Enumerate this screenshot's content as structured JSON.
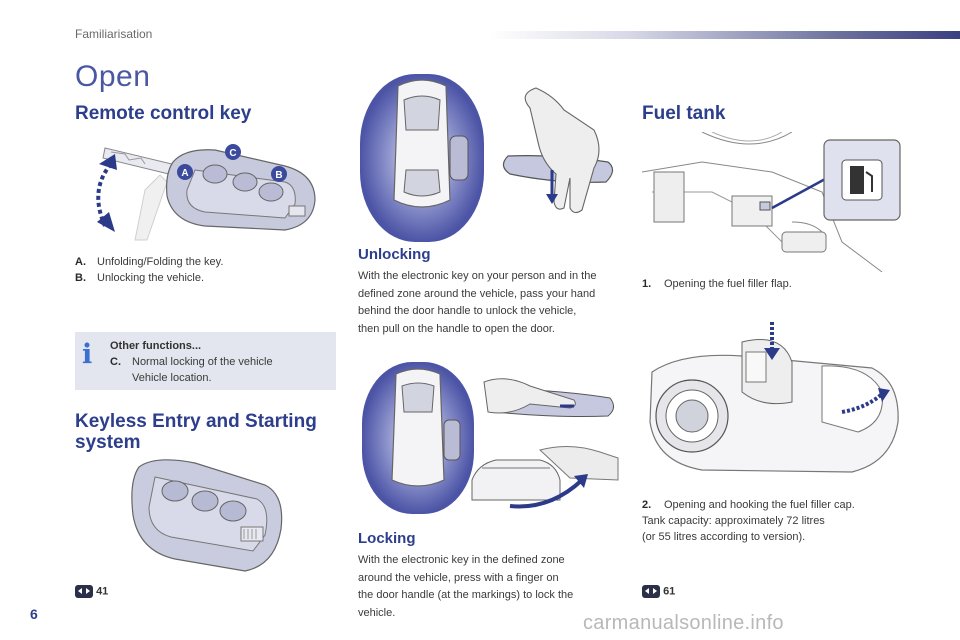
{
  "header": {
    "section": "Familiarisation"
  },
  "page_title": "Open",
  "remote_key": {
    "heading": "Remote control key",
    "callouts": [
      "A",
      "B",
      "C"
    ],
    "items": [
      {
        "letter": "A.",
        "text": "Unfolding/Folding the key."
      },
      {
        "letter": "B.",
        "text": "Unlocking the vehicle."
      }
    ]
  },
  "info_box": {
    "icon": "info-icon",
    "title": "Other functions...",
    "letter": "C.",
    "line1": "Normal locking of the vehicle",
    "line2": "Vehicle location."
  },
  "keyless": {
    "heading_line1": "Keyless Entry and Starting",
    "heading_line2": "system",
    "ref": "41"
  },
  "unlocking": {
    "heading": "Unlocking",
    "lines": [
      "With the electronic key on your person and in the",
      "defined zone around the vehicle, pass your hand",
      "behind the door handle to unlock the vehicle,",
      "then pull on the handle to open the door."
    ]
  },
  "locking": {
    "heading": "Locking",
    "lines": [
      "With the electronic key in the defined zone",
      "around the vehicle, press with a finger on",
      "the door handle (at the markings) to lock the",
      "vehicle."
    ]
  },
  "fuel": {
    "heading": "Fuel tank",
    "step1_num": "1.",
    "step1_text": "Opening the fuel filler flap.",
    "step2_num": "2.",
    "step2_text": "Opening and hooking the fuel filler cap.",
    "capacity": "Tank capacity: approximately 72 litres",
    "capacity_note": "(or 55 litres according to version).",
    "ref": "61"
  },
  "page_number": "6",
  "watermark": "carmanualsonline.info",
  "colors": {
    "heading": "#2c3e8c",
    "title": "#4a57a3",
    "info_box": "#e4e6ef",
    "zone": "#5a62b0"
  }
}
